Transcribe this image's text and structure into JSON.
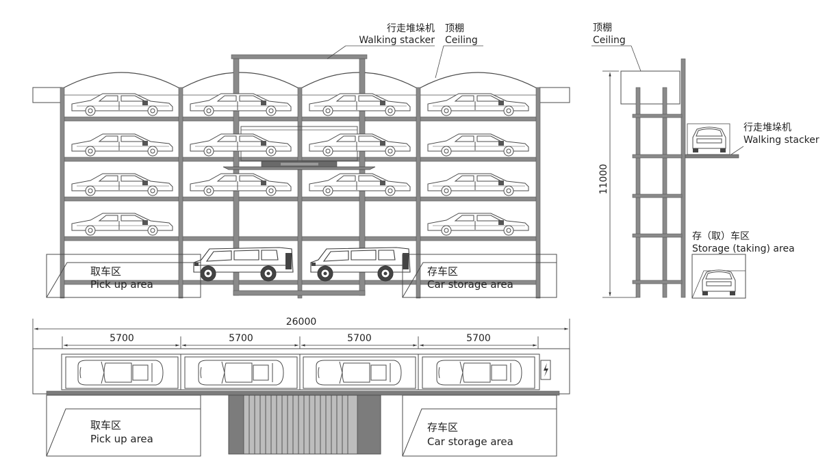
{
  "colors": {
    "line": "#4a4a4a",
    "structure": "#7c7c7c",
    "dark": "#555555",
    "light": "#bdbdbd",
    "background": "#ffffff"
  },
  "labels": {
    "stacker_cn": "行走堆垛机",
    "stacker_en": "Walking stacker",
    "ceiling_cn": "顶棚",
    "ceiling_en": "Ceiling",
    "pickup_cn": "取车区",
    "pickup_en": "Pick up area",
    "storage_cn": "存车区",
    "storage_en": "Car storage area",
    "storage_taking_cn": "存（取）车区",
    "storage_taking_en": "Storage (taking) area"
  },
  "dimensions": {
    "total_width": "26000",
    "bay_widths": [
      "5700",
      "5700",
      "5700",
      "5700"
    ],
    "height": "11000"
  },
  "icons": {
    "power": "lightning-icon"
  }
}
